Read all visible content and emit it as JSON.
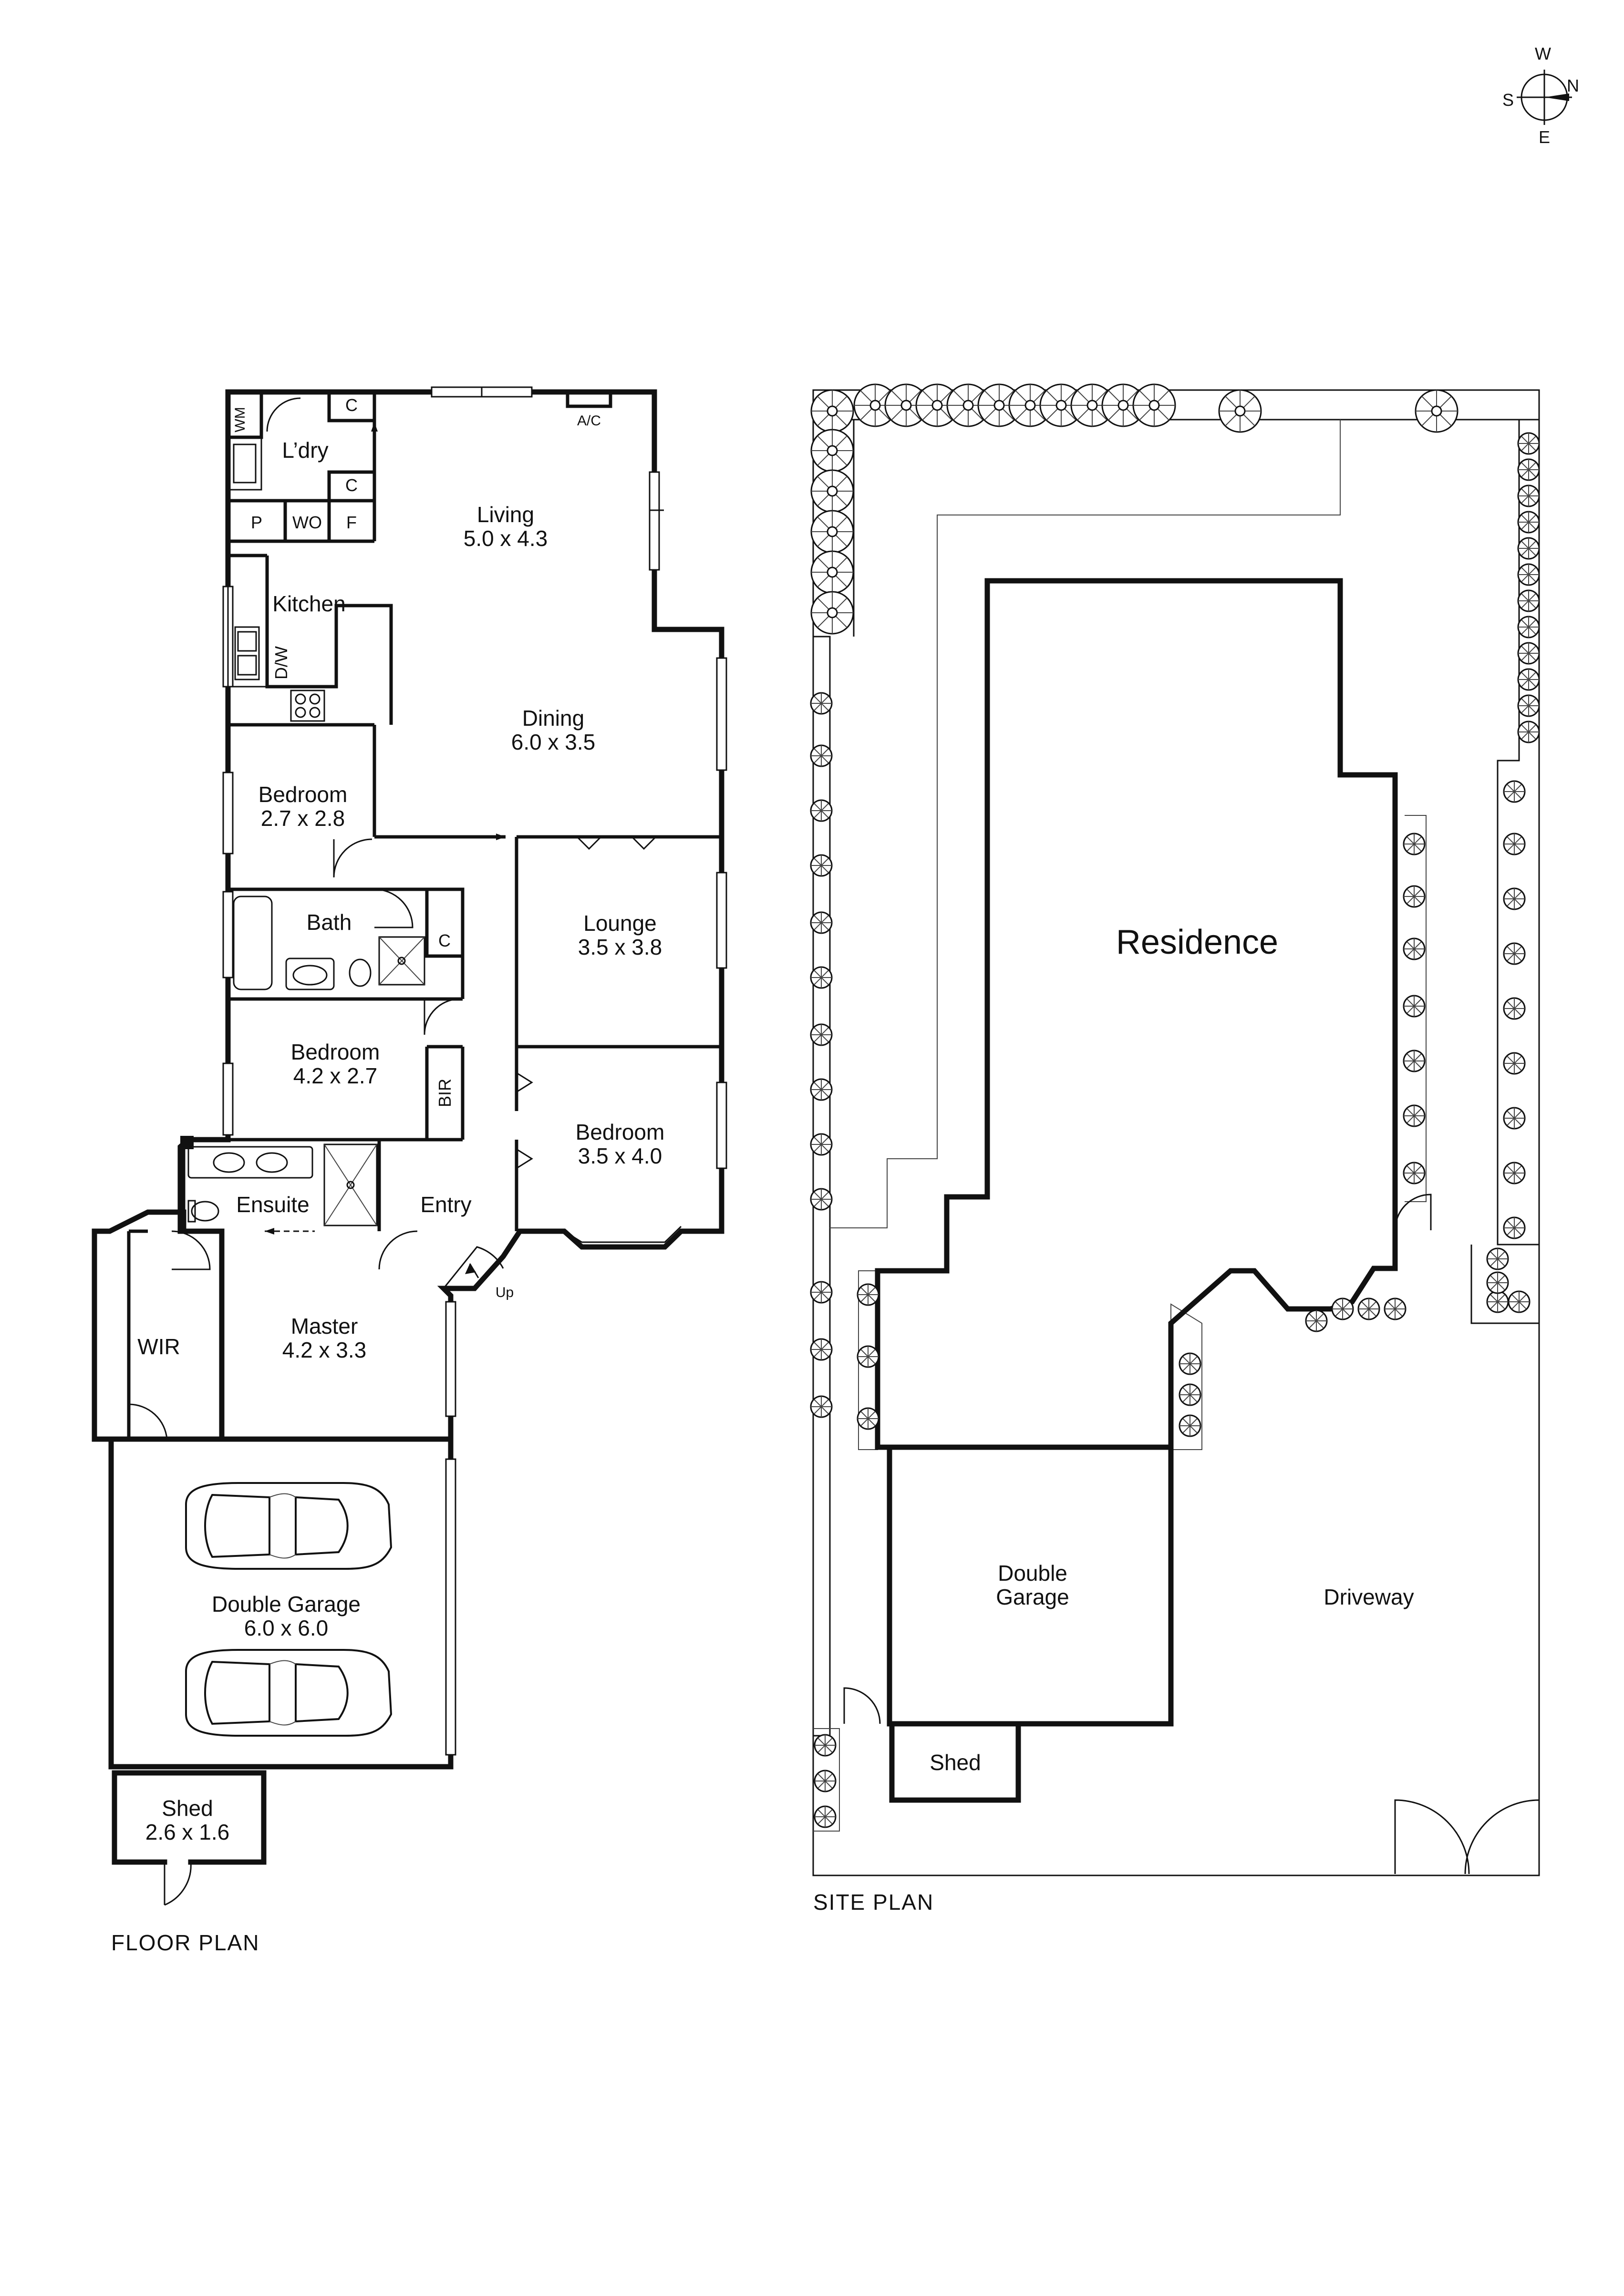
{
  "compass": {
    "n": "N",
    "s": "S",
    "e": "E",
    "w": "W"
  },
  "floor_plan": {
    "title": "FLOOR PLAN",
    "rooms": {
      "laundry": {
        "name": "L’dry"
      },
      "wm": "WM",
      "cupboard_c": "C",
      "pantry": "P",
      "wo": "WO",
      "fridge": "F",
      "ac": "A/C",
      "kitchen": {
        "name": "Kitchen"
      },
      "dw": "D/W",
      "living": {
        "name": "Living",
        "size": "5.0 x 4.3"
      },
      "dining": {
        "name": "Dining",
        "size": "6.0 x 3.5"
      },
      "bedroom_a": {
        "name": "Bedroom",
        "size": "2.7 x 2.8"
      },
      "bath": {
        "name": "Bath"
      },
      "lounge": {
        "name": "Lounge",
        "size": "3.5 x 3.8"
      },
      "bedroom_b": {
        "name": "Bedroom",
        "size": "4.2 x 2.7"
      },
      "bir": "BIR",
      "bedroom_c": {
        "name": "Bedroom",
        "size": "3.5 x 4.0"
      },
      "ensuite": {
        "name": "Ensuite"
      },
      "entry": {
        "name": "Entry"
      },
      "up": "Up",
      "wir": "WIR",
      "master": {
        "name": "Master",
        "size": "4.2 x 3.3"
      },
      "garage": {
        "name": "Double Garage",
        "size": "6.0 x 6.0"
      },
      "shed": {
        "name": "Shed",
        "size": "2.6 x 1.6"
      }
    }
  },
  "site_plan": {
    "title": "SITE PLAN",
    "residence": "Residence",
    "garage_line1": "Double",
    "garage_line2": "Garage",
    "driveway": "Driveway",
    "shed": "Shed"
  }
}
